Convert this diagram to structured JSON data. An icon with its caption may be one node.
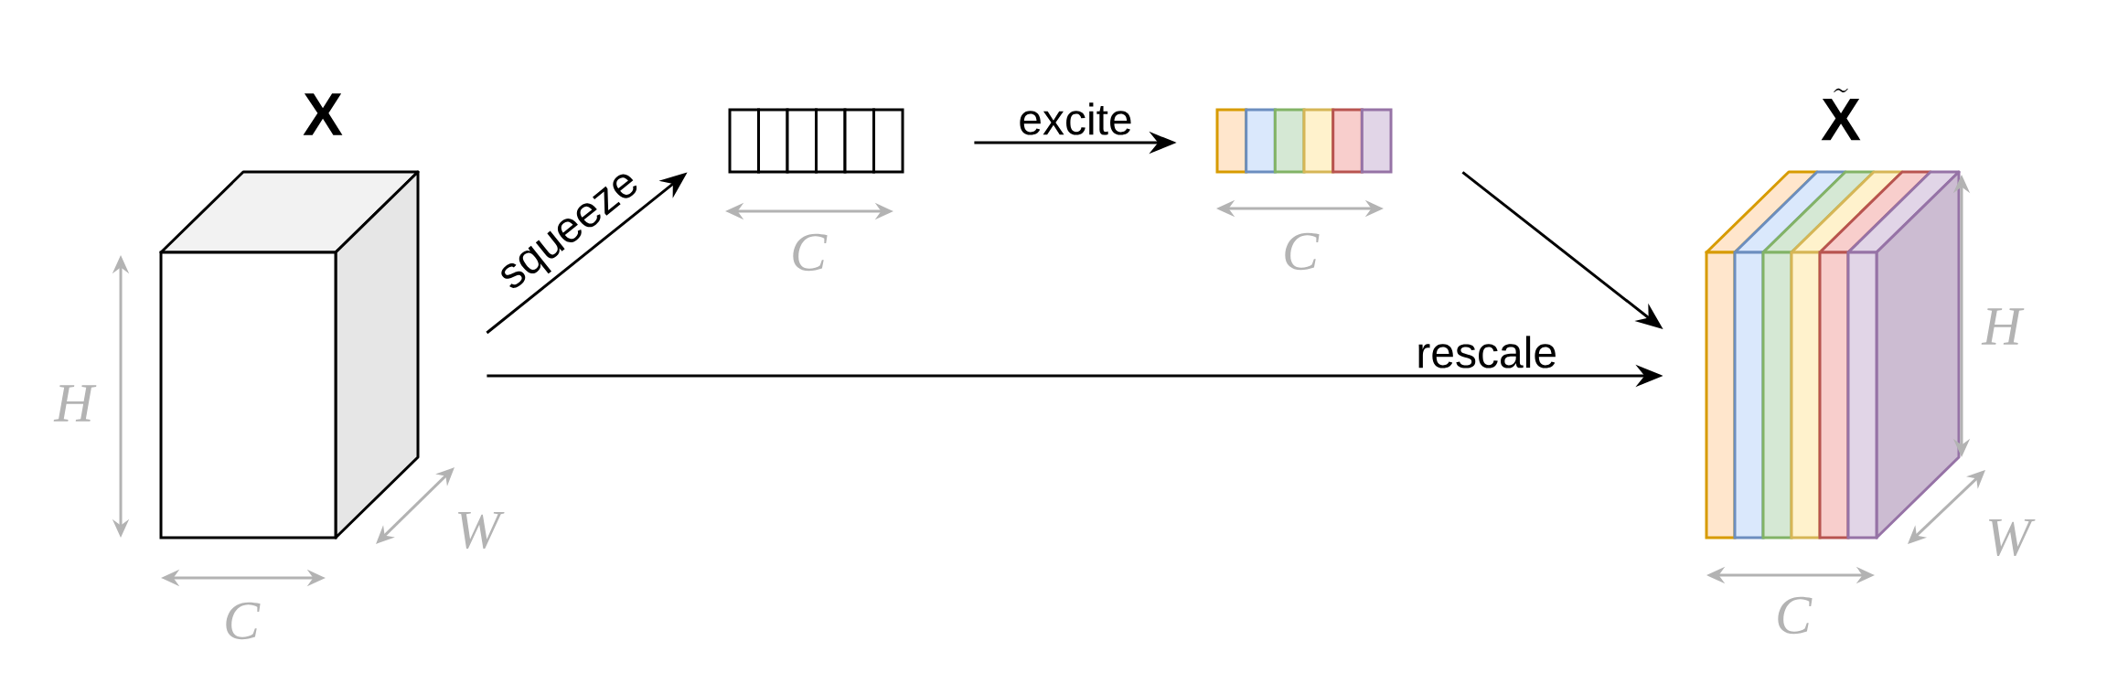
{
  "diagram": {
    "nodes": [
      {
        "text": [
          "\\mathbf{X}"
        ]
      },
      {
        "text": [],
        "shape": "box"
      },
      {
        "text": [],
        "shape": "box"
      },
      {
        "text": [
          "\\tilde{\\mathbf{X}}"
        ]
      }
    ],
    "edges": [
      {
        "from": 0,
        "to": 1,
        "arrow": "to",
        "label": "squeeze"
      },
      {
        "from": 1,
        "to": 2,
        "arrow": "to",
        "label": "excite"
      },
      {
        "from": 2,
        "to": 3,
        "arrow": "to"
      },
      {
        "from": 0,
        "to": 3,
        "arrow": "to",
        "label": "rescale"
      }
    ],
    "labels": [
      "C",
      "C",
      "H",
      "H",
      "W",
      "W",
      "C",
      "C"
    ]
  }
}
